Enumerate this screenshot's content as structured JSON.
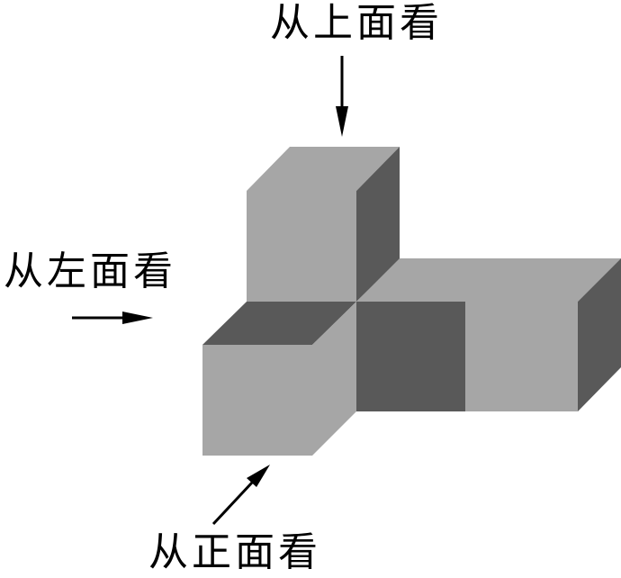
{
  "labels": {
    "top": "从上面看",
    "left": "从左面看",
    "front": "从正面看"
  },
  "colors": {
    "light_face": "#a6a6a6",
    "dark_face": "#595959",
    "background": "#ffffff",
    "arrow": "#000000"
  }
}
